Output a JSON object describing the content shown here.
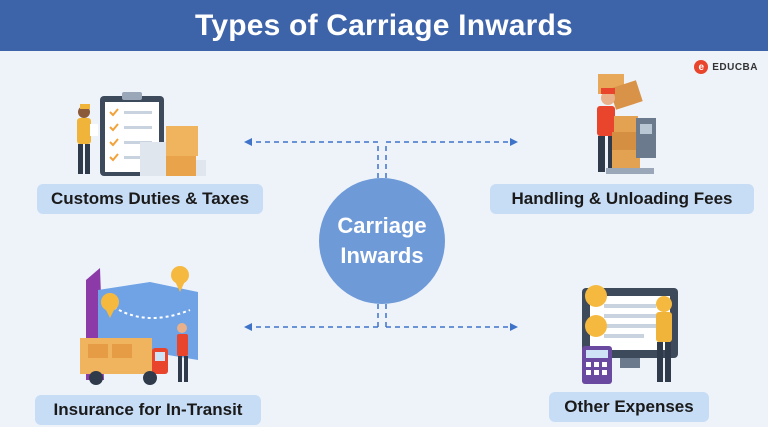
{
  "header": {
    "title": "Types of Carriage Inwards"
  },
  "brand": {
    "name": "EDUCBA",
    "logo_letter": "e",
    "color": "#e8452c"
  },
  "center": {
    "line1": "Carriage",
    "line2": "Inwards",
    "color": "#6f9ad8"
  },
  "types": [
    {
      "label": "Customs Duties & Taxes",
      "icon": "clipboard-checklist-worker-icon"
    },
    {
      "label": "Handling & Unloading Fees",
      "icon": "worker-carrying-boxes-icon"
    },
    {
      "label": "Insurance for In-Transit",
      "icon": "delivery-truck-map-icon"
    },
    {
      "label": "Other Expenses",
      "icon": "invoice-calculator-coins-icon"
    }
  ],
  "colors": {
    "header_bg": "#3d63a8",
    "pill_bg": "#c7dcf5",
    "connector": "#3f73c9",
    "background": "#eef3fa"
  }
}
